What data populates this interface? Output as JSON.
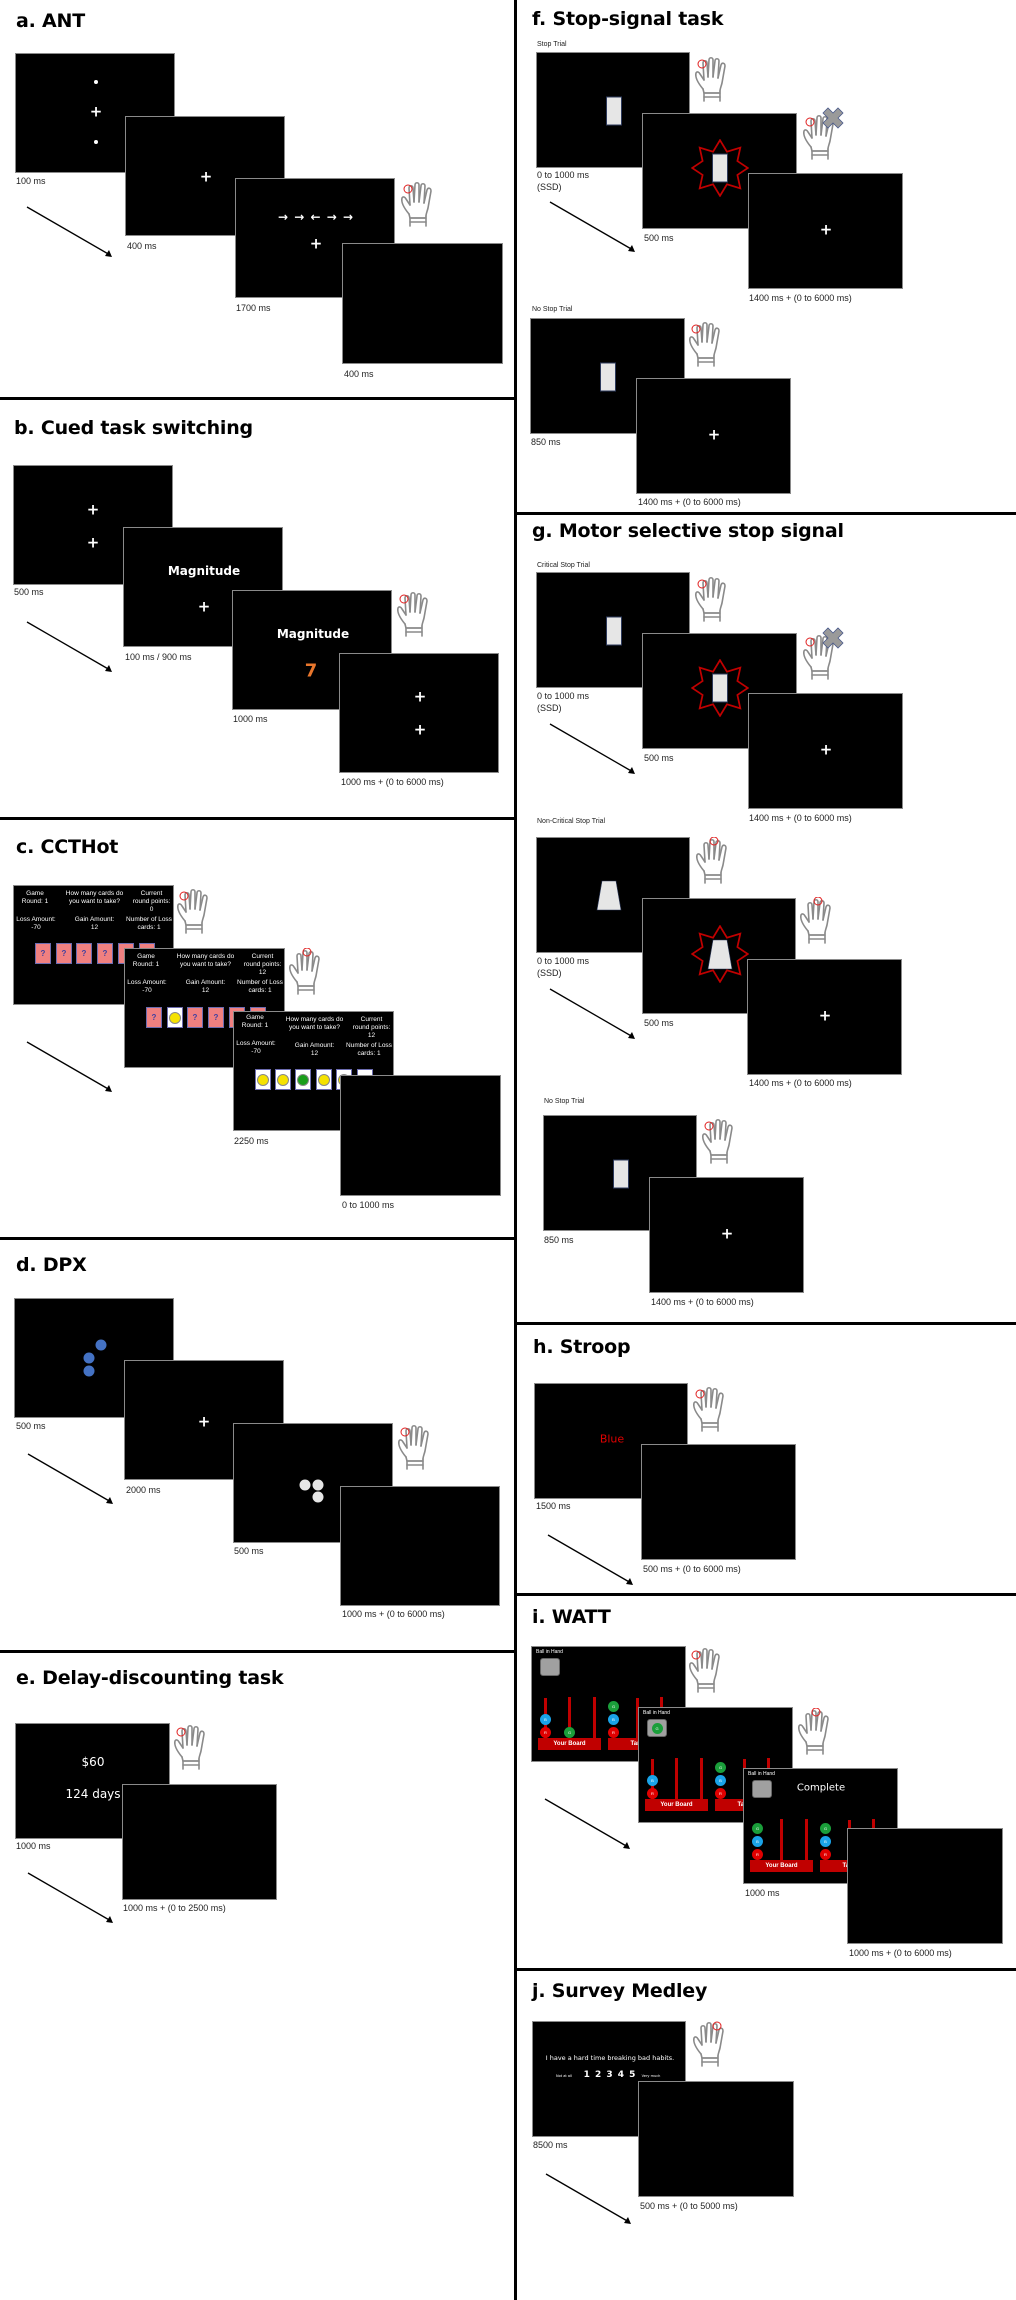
{
  "figure": {
    "panels": [
      {
        "id": "a",
        "title": "a. ANT",
        "screens": [
          {
            "content": "cue: two dots with fixation cross",
            "duration": "100 ms"
          },
          {
            "content": "fixation cross",
            "duration": "400 ms"
          },
          {
            "content": "flanker arrows with fixation",
            "stimulus": "→ → ← → →",
            "duration": "1700 ms",
            "response": true
          },
          {
            "content": "blank",
            "duration": "400 ms"
          }
        ]
      },
      {
        "id": "b",
        "title": "b. Cued task switching",
        "screens": [
          {
            "content": "two fixation crosses",
            "duration": "500 ms"
          },
          {
            "content": "cue with fixation",
            "cue": "Magnitude",
            "duration": "100 ms / 900 ms"
          },
          {
            "content": "cue with digit",
            "cue": "Magnitude",
            "digit": "7",
            "digit_color": "#e8762c",
            "duration": "1000 ms",
            "response": true
          },
          {
            "content": "two fixation crosses",
            "duration": "1000 ms + (0 to 6000 ms)"
          }
        ]
      },
      {
        "id": "c",
        "title": "c. CCTHot",
        "info": {
          "game_round": "Game\nRound: 1",
          "question": "How many cards do\nyou want to take?",
          "current_points_label": "Current\nround points:",
          "loss_amount": "Loss Amount:\n-70",
          "gain_amount": "Gain Amount:\n12",
          "loss_cards": "Number of Loss\ncards: 1"
        },
        "screens": [
          {
            "points": "0",
            "cards": [
              "?",
              "?",
              "?",
              "?",
              "?",
              "?"
            ],
            "response": true
          },
          {
            "points": "12",
            "cards": [
              "?",
              "smile",
              "?",
              "?",
              "?",
              "?"
            ],
            "response": true
          },
          {
            "points": "12",
            "cards": [
              "smile",
              "smile",
              "frown",
              "smile",
              "smile",
              "blank"
            ],
            "duration": "2250 ms"
          },
          {
            "content": "blank",
            "duration": "0 to 1000 ms"
          }
        ]
      },
      {
        "id": "d",
        "title": "d. DPX",
        "screens": [
          {
            "content": "blue dot cue",
            "dot_color": "#4472c4",
            "duration": "500 ms"
          },
          {
            "content": "fixation cross",
            "duration": "2000 ms"
          },
          {
            "content": "white dot probe",
            "dot_color": "#e6e6e6",
            "duration": "500 ms",
            "response": true
          },
          {
            "content": "blank",
            "duration": "1000 ms + (0 to 6000 ms)"
          }
        ]
      },
      {
        "id": "e",
        "title": "e. Delay-discounting task",
        "screens": [
          {
            "amount": "$60",
            "delay": "124 days",
            "duration": "1000 ms",
            "response": true
          },
          {
            "content": "blank",
            "duration": "1000 ms + (0 to 2500 ms)"
          }
        ]
      },
      {
        "id": "f",
        "title": "f. Stop-signal task",
        "trials": [
          {
            "label": "Stop Trial",
            "screens": [
              {
                "content": "rectangle",
                "duration": "0 to 1000 ms\n(SSD)",
                "response": true
              },
              {
                "content": "rectangle with red star stop signal",
                "duration": "500 ms",
                "response": "inhibited"
              },
              {
                "content": "fixation cross",
                "duration": "1400 ms + (0 to 6000 ms)"
              }
            ]
          },
          {
            "label": "No Stop Trial",
            "screens": [
              {
                "content": "rectangle",
                "duration": "850 ms",
                "response": true
              },
              {
                "content": "fixation cross",
                "duration": "1400 ms + (0 to 6000 ms)"
              }
            ]
          }
        ]
      },
      {
        "id": "g",
        "title": "g. Motor selective stop signal",
        "trials": [
          {
            "label": "Critical Stop Trial",
            "screens": [
              {
                "content": "rectangle",
                "duration": "0 to 1000 ms\n(SSD)",
                "response": true
              },
              {
                "content": "rectangle with red star",
                "duration": "500 ms",
                "response": "inhibited"
              },
              {
                "content": "fixation cross",
                "duration": "1400 ms + (0 to 6000 ms)"
              }
            ]
          },
          {
            "label": "Non-Critical Stop Trial",
            "screens": [
              {
                "content": "trapezoid",
                "duration": "0 to 1000 ms\n(SSD)",
                "response": true
              },
              {
                "content": "trapezoid with red star",
                "duration": "500 ms",
                "response": true
              },
              {
                "content": "fixation cross",
                "duration": "1400 ms + (0 to 6000 ms)"
              }
            ]
          },
          {
            "label": "No Stop Trial",
            "screens": [
              {
                "content": "rectangle",
                "duration": "850 ms",
                "response": true
              },
              {
                "content": "fixation cross",
                "duration": "1400 ms + (0 to 6000 ms)"
              }
            ]
          }
        ]
      },
      {
        "id": "h",
        "title": "h. Stroop",
        "screens": [
          {
            "word": "Blue",
            "word_color": "#e00000",
            "duration": "1500 ms",
            "response": true
          },
          {
            "content": "blank",
            "duration": "500 ms + (0 to 6000 ms)"
          }
        ]
      },
      {
        "id": "i",
        "title": "i. WATT",
        "labels": {
          "ball_in_hand": "Ball in Hand",
          "your_board": "Your Board",
          "target": "Target",
          "complete": "Complete"
        },
        "screens": [
          {
            "content": "empty hand, board state",
            "response": true
          },
          {
            "content": "green ball in hand",
            "response": true
          },
          {
            "content": "Complete",
            "duration": "1000 ms"
          },
          {
            "content": "blank",
            "duration": "1000 ms + (0 to 6000 ms)"
          }
        ]
      },
      {
        "id": "j",
        "title": "j. Survey Medley",
        "screens": [
          {
            "question": "I have a hard time breaking bad habits.",
            "scale": "1 2 3 4 5",
            "low_anchor": "Not at all",
            "high_anchor": "Very much",
            "duration": "8500 ms",
            "response": true
          },
          {
            "content": "blank",
            "duration": "500 ms + (0 to 5000 ms)"
          }
        ]
      }
    ]
  },
  "text": {
    "a_title": "a. ANT",
    "a_d1": "100 ms",
    "a_d2": "400 ms",
    "a_d3": "1700 ms",
    "a_d4": "400 ms",
    "a_flank": "→ → ← → →",
    "b_title": "b. Cued task switching",
    "b_cue": "Magnitude",
    "b_digit": "7",
    "b_d1": "500 ms",
    "b_d2": "100 ms / 900 ms",
    "b_d3": "1000 ms",
    "b_d4": "1000 ms + (0 to 6000 ms)",
    "c_title": "c. CCTHot",
    "c_game": "Game\nRound: 1",
    "c_q": "How many cards do\nyou want to take?",
    "c_pts0": "Current\nround points:\n0",
    "c_pts12": "Current\nround points:\n12",
    "c_loss": "Loss Amount:\n-70",
    "c_gain": "Gain Amount:\n12",
    "c_losscards": "Number of Loss\ncards: 1",
    "c_q_mark": "?",
    "c_d3": "2250 ms",
    "c_d4": "0 to 1000 ms",
    "d_title": "d. DPX",
    "d_d1": "500 ms",
    "d_d2": "2000 ms",
    "d_d3": "500 ms",
    "d_d4": "1000 ms + (0 to 6000 ms)",
    "e_title": "e. Delay-discounting task",
    "e_amount": "$60",
    "e_delay": "124 days",
    "e_d1": "1000 ms",
    "e_d2": "1000 ms + (0 to 2500 ms)",
    "f_title": "f. Stop-signal task",
    "f_stop": "Stop Trial",
    "f_nostop": "No Stop Trial",
    "f_d1": "0 to 1000 ms\n(SSD)",
    "f_d2": "500 ms",
    "f_d3": "1400 ms + (0 to 6000 ms)",
    "f_d4": "850 ms",
    "f_d5": "1400 ms + (0 to 6000 ms)",
    "g_title": "g. Motor selective stop signal",
    "g_crit": "Critical Stop Trial",
    "g_noncrit": "Non-Critical Stop Trial",
    "g_nostop": "No Stop Trial",
    "g_d1": "0 to 1000 ms\n(SSD)",
    "g_d2": "500 ms",
    "g_d3": "1400 ms + (0 to 6000 ms)",
    "g_d4": "0 to 1000 ms\n(SSD)",
    "g_d5": "500 ms",
    "g_d6": "1400 ms + (0 to 6000 ms)",
    "g_d7": "850 ms",
    "g_d8": "1400 ms + (0 to 6000 ms)",
    "h_title": "h. Stroop",
    "h_word": "Blue",
    "h_d1": "1500 ms",
    "h_d2": "500 ms + (0 to 6000 ms)",
    "i_title": "i. WATT",
    "i_bih": "Ball in Hand",
    "i_board": "Your Board",
    "i_target": "Target",
    "i_complete": "Complete",
    "i_g": "G",
    "i_b": "B",
    "i_r": "R",
    "i_d3": "1000 ms",
    "i_d4": "1000 ms + (0 to 6000 ms)",
    "j_title": "j. Survey Medley",
    "j_q": "I have a hard time breaking bad habits.",
    "j_low": "Not at all",
    "j_scale": "1 2 3 4 5",
    "j_high": "Very much",
    "j_d1": "8500 ms",
    "j_d2": "500 ms + (0 to 5000 ms)"
  },
  "colors": {
    "screen_bg": "#000000",
    "stroop_red": "#e00000",
    "digit_orange": "#e8762c",
    "dpx_blue": "#4472c4",
    "stop_star": "#c00000",
    "watt_red": "#c00000",
    "watt_blue": "#1aa3e8",
    "watt_green": "#1a9e3a",
    "card_pink": "#f08080",
    "press_circle": "#e02020",
    "no_press_x": "#9a9a9a"
  }
}
